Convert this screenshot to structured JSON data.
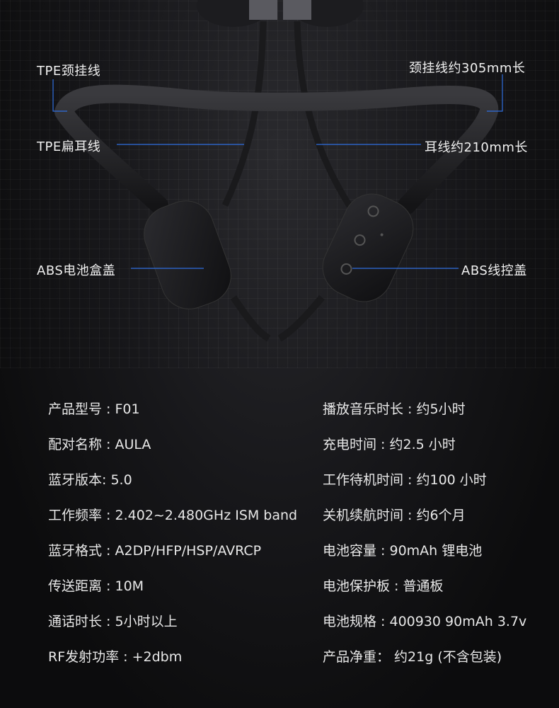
{
  "callouts": {
    "neck_material": "TPE颈挂线",
    "neck_length": "颈挂线约305mm长",
    "flat_cable": "TPE扁耳线",
    "ear_length": "耳线约210mm长",
    "battery_cover": "ABS电池盒盖",
    "control_cover": "ABS线控盖"
  },
  "specs": {
    "left": [
      "产品型号 : F01",
      "配对名称 : AULA",
      "蓝牙版本: 5.0",
      "工作频率 : 2.402~2.480GHz ISM band",
      "蓝牙格式 : A2DP/HFP/HSP/AVRCP",
      "传送距离 : 10M",
      "通话时长 : 5小时以上",
      "RF发射功率 : +2dbm"
    ],
    "right": [
      "播放音乐时长 : 约5小时",
      "充电时间 : 约2.5 小时",
      "工作待机时间 : 约100 小时",
      "关机续航时间 : 约6个月",
      "电池容量 : 90mAh 锂电池",
      "电池保护板 : 普通板",
      "电池规格 : 400930 90mAh 3.7v",
      "产品净重： 约21g (不含包装)"
    ]
  },
  "colors": {
    "accent_line": "#2f6ee0",
    "background": "#0e0e0f",
    "text": "#e8e8e8"
  }
}
